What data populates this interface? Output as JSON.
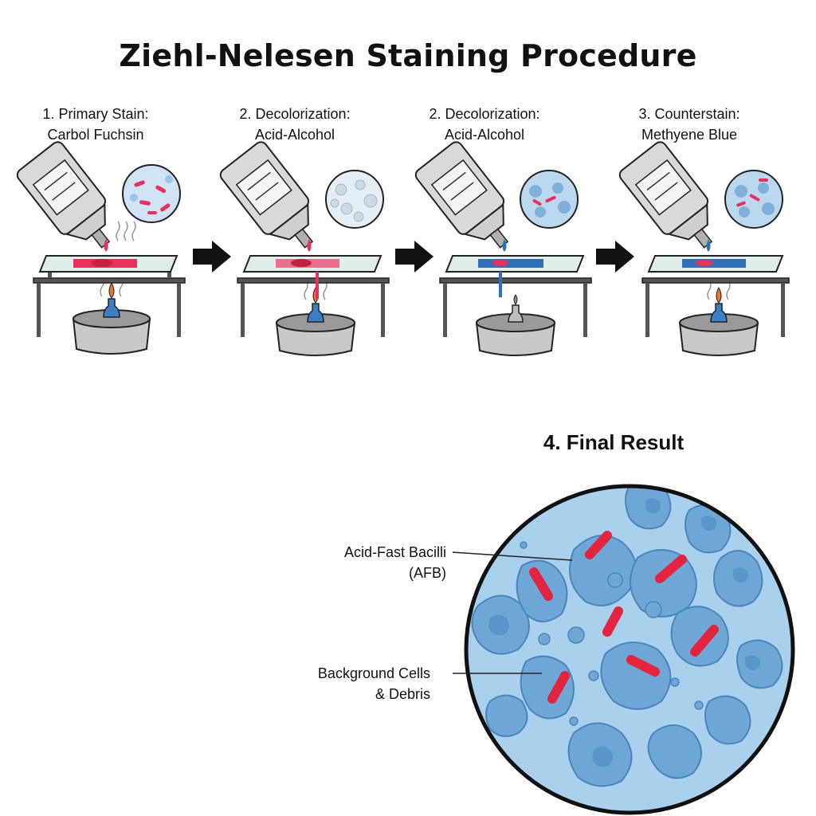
{
  "title": "Ziehl-Nelesen Staining Procedure",
  "steps": [
    {
      "line1": "1. Primary Stain:",
      "line2": "Carbol Fuchsin"
    },
    {
      "line1": "2. Decolorization:",
      "line2": "Acid-Alcohol"
    },
    {
      "line1": "2. Decolorization:",
      "line2": "Acid-Alcohol"
    },
    {
      "line1": "3. Counterstain:",
      "line2": "Methyene Blue"
    }
  ],
  "final": {
    "title": "4. Final Result",
    "callout_afb_line1": "Acid-Fast Bacilli",
    "callout_afb_line2": "(AFB)",
    "callout_bg_line1": "Background Cells",
    "callout_bg_line2": "& Debris"
  },
  "colors": {
    "fuchsin": "#e8305a",
    "methylene_blue": "#2f6fb8",
    "field_blue": "#a9d0ec",
    "cell_blue": "#6fa8d6",
    "outline": "#222222"
  }
}
